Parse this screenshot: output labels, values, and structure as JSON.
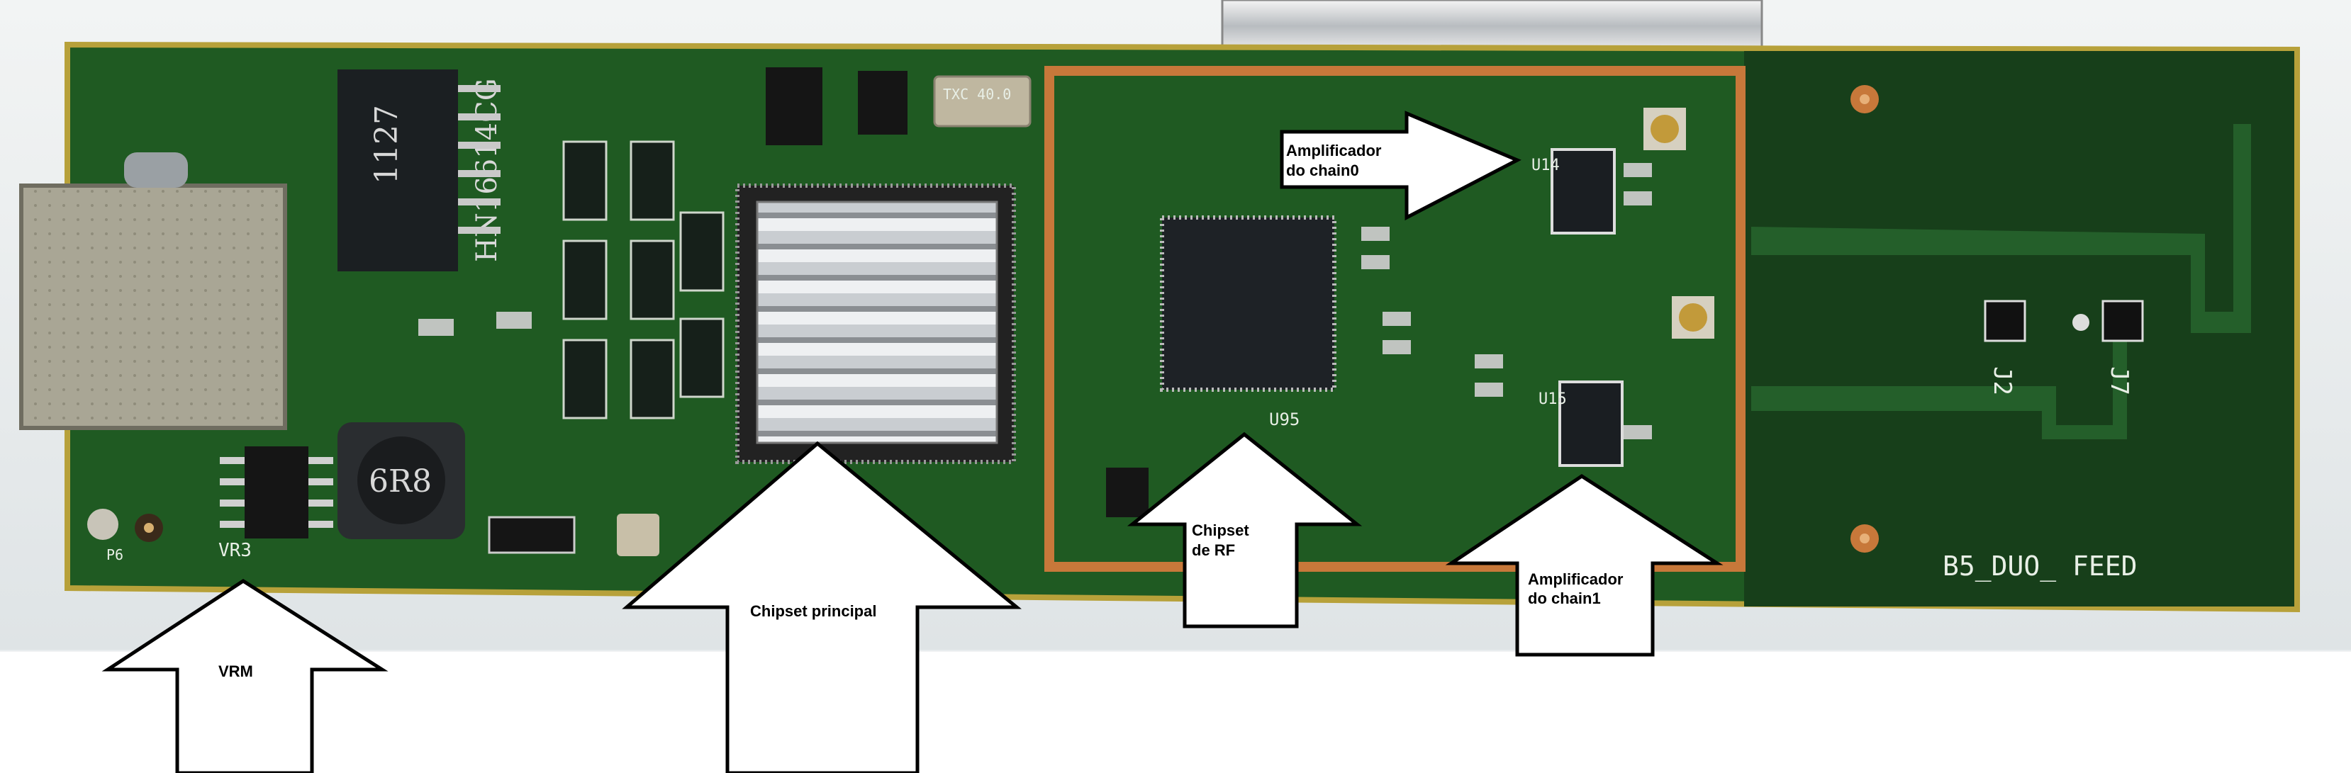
{
  "annotations": {
    "vrm": "VRM",
    "main_chipset": "Chipset principal",
    "rf_chipset_line1": "Chipset",
    "rf_chipset_line2": "de RF",
    "amp_chain0_line1": "Amplificador",
    "amp_chain0_line2": "do chain0",
    "amp_chain1_line1": "Amplificador",
    "amp_chain1_line2": "do chain1"
  },
  "board_markings": {
    "feed": "B5_DUO_ FEED",
    "transformer_line1": "1127",
    "transformer_line2": "HN16614CG",
    "inductor": "6R8",
    "vr3": "VR3",
    "p6": "P6",
    "j2": "J2",
    "j7": "J7",
    "u95": "U95",
    "u14": "U14",
    "u15": "U15",
    "crystal": "TXC 40.0"
  },
  "colors": {
    "board": "#1f5a22",
    "board_dark": "#173f1a",
    "copper": "#c7783a",
    "arrow_fill": "#ffffff",
    "arrow_stroke": "#000000"
  }
}
